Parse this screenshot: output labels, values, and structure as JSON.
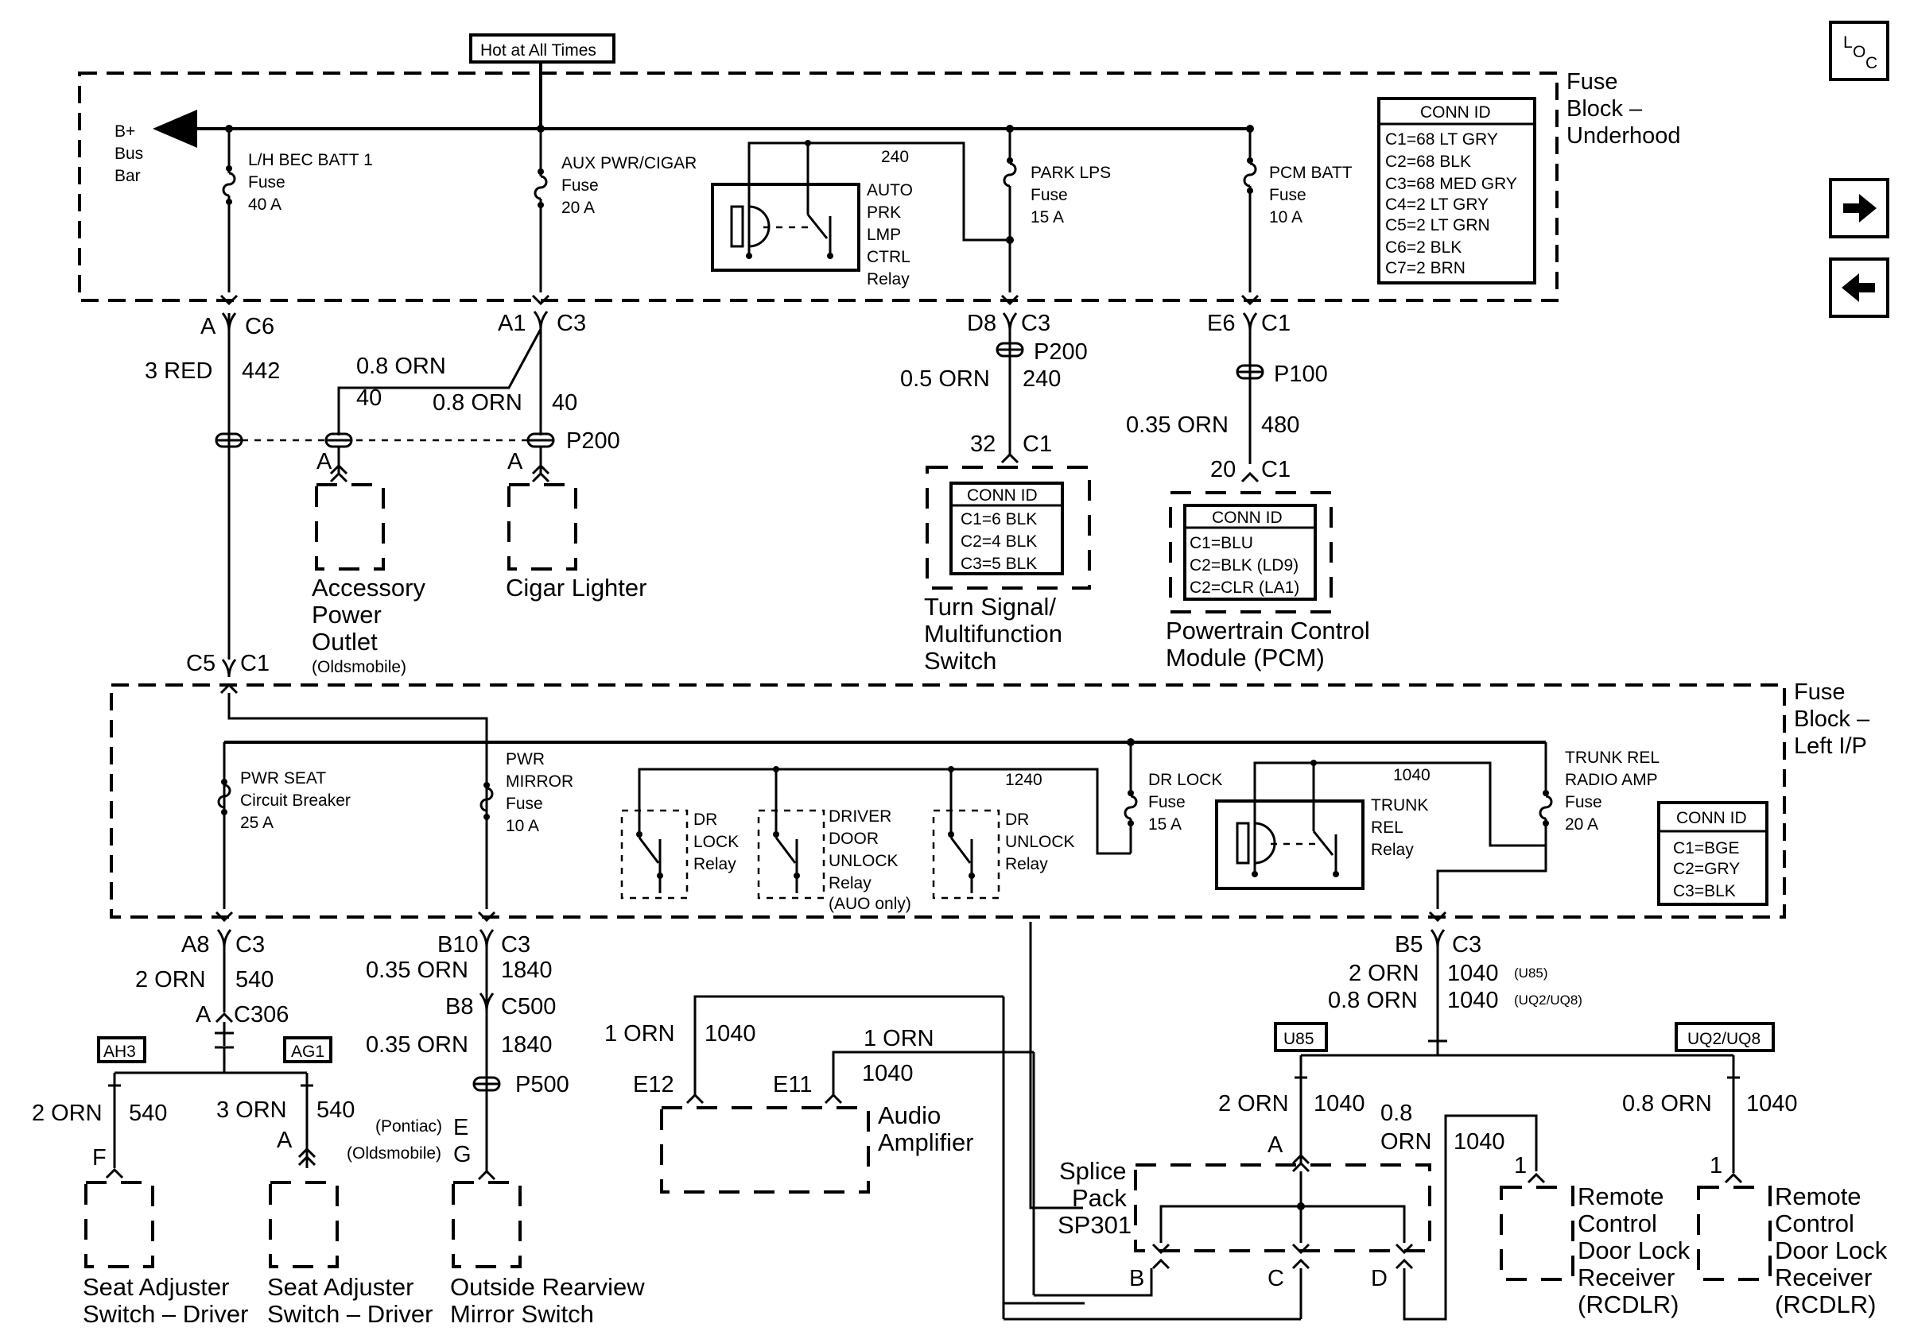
{
  "header": {
    "hot": "Hot at All Times",
    "loc_l": "L",
    "loc_oc": "O",
    "loc_c": "C"
  },
  "fb_under": {
    "title1": "Fuse",
    "title2": "Block –",
    "title3": "Underhood",
    "bplus": "B+",
    "bus": "Bus",
    "bar": "Bar",
    "f1": [
      "L/H BEC BATT 1",
      "Fuse",
      "40 A"
    ],
    "f2": [
      "AUX PWR/CIGAR",
      "Fuse",
      "20 A"
    ],
    "relay": [
      "AUTO",
      "PRK",
      "LMP",
      "CTRL",
      "Relay"
    ],
    "relay_circ": "240",
    "f3": [
      "PARK LPS",
      "Fuse",
      "15 A"
    ],
    "f4": [
      "PCM BATT",
      "Fuse",
      "10 A"
    ],
    "conn_title": "CONN ID",
    "conn": [
      "C1=68 LT GRY",
      "C2=68 BLK",
      "C3=68 MED GRY",
      "C4=2 LT GRY",
      "C5=2 LT GRN",
      "C6=2 BLK",
      "C7=2 BRN"
    ]
  },
  "upper": {
    "a": "A",
    "c6": "C6",
    "red": "3 RED",
    "c442": "442",
    "a1": "A1",
    "c3a": "C3",
    "orn1": "0.8 ORN",
    "c40a": "40",
    "orn2": "0.8 ORN",
    "c40b": "40",
    "p200a": "P200",
    "acc_a": "A",
    "cig_a": "A",
    "acc": [
      "Accessory",
      "Power",
      "Outlet"
    ],
    "olds": "(Oldsmobile)",
    "cig": "Cigar Lighter",
    "d8": "D8",
    "c3b": "C3",
    "p200b": "P200",
    "orn05": "0.5 ORN",
    "c240": "240",
    "c32": "32",
    "c1a": "C1",
    "ts_conn_title": "CONN ID",
    "ts_conn": [
      "C1=6 BLK",
      "C2=4 BLK",
      "C3=5 BLK"
    ],
    "ts": [
      "Turn Signal/",
      "Multifunction",
      "Switch"
    ],
    "e6": "E6",
    "c1b": "C1",
    "p100": "P100",
    "orn035": "0.35 ORN",
    "c480": "480",
    "c20": "20",
    "c1c": "C1",
    "pcm_conn_title": "CONN ID",
    "pcm_conn": [
      "C1=BLU",
      "C2=BLK (LD9)",
      "C2=CLR (LA1)"
    ],
    "pcm": [
      "Powertrain Control",
      "Module (PCM)"
    ],
    "c5": "C5",
    "c1d": "C1"
  },
  "fb_ip": {
    "title1": "Fuse",
    "title2": "Block –",
    "title3": "Left I/P",
    "seat": [
      "PWR SEAT",
      "Circuit Breaker",
      "25 A"
    ],
    "mirror": [
      "PWR",
      "MIRROR",
      "Fuse",
      "10 A"
    ],
    "drlock": [
      "DR",
      "LOCK",
      "Relay"
    ],
    "driver": [
      "DRIVER",
      "DOOR",
      "UNLOCK",
      "Relay",
      "(AUO only)"
    ],
    "unlock": [
      "DR",
      "UNLOCK",
      "Relay"
    ],
    "c1240": "1240",
    "drfuse": [
      "DR LOCK",
      "Fuse",
      "15 A"
    ],
    "trunkrelay": [
      "TRUNK",
      "REL",
      "Relay"
    ],
    "c1040": "1040",
    "trunkfuse": [
      "TRUNK REL",
      "RADIO AMP",
      "Fuse",
      "20 A"
    ],
    "conn_title": "CONN ID",
    "conn": [
      "C1=BGE",
      "C2=GRY",
      "C3=BLK"
    ]
  },
  "lower": {
    "a8": "A8",
    "c3s": "C3",
    "orn2s": "2 ORN",
    "c540": "540",
    "as": "A",
    "c306": "C306",
    "ah3": "AH3",
    "ag1": "AG1",
    "l_orn": "2 ORN",
    "l_540": "540",
    "l_f": "F",
    "r_orn": "3 ORN",
    "r_540": "540",
    "r_a": "A",
    "seat_l": [
      "Seat Adjuster",
      "Switch – Driver"
    ],
    "seat_r": [
      "Seat Adjuster",
      "Switch – Driver"
    ],
    "b10": "B10",
    "c3m": "C3",
    "orn035m": "0.35 ORN",
    "c1840a": "1840",
    "b8": "B8",
    "c500": "C500",
    "orn035n": "0.35 ORN",
    "c1840b": "1840",
    "p500": "P500",
    "pont": "(Pontiac)",
    "e": "E",
    "olds": "(Oldsmobile)",
    "g": "G",
    "mirror": [
      "Outside Rearview",
      "Mirror Switch"
    ],
    "orn1a": "1 ORN",
    "c1040a": "1040",
    "orn1b": "1 ORN",
    "c1040b": "1040",
    "e12": "E12",
    "e11": "E11",
    "amp": [
      "Audio",
      "Amplifier"
    ],
    "b5": "B5",
    "c3t": "C3",
    "orn2t": "2 ORN",
    "orn08t": "0.8 ORN",
    "t1040a": "1040",
    "t1040b": "1040",
    "u85": "(U85)",
    "uq": "(UQ2/UQ8)",
    "u85box": "U85",
    "uqbox": "UQ2/UQ8",
    "sp_orn": "2 ORN",
    "sp_1040": "1040",
    "sp_a": "A",
    "sp_08": "0.8",
    "sp_orn2": "ORN",
    "sp_1040b": "1040",
    "splice": [
      "Splice",
      "Pack",
      "SP301"
    ],
    "sp_b": "B",
    "sp_c": "C",
    "sp_d": "D",
    "r1_1": "1",
    "r2_orn": "0.8 ORN",
    "r2_1040": "1040",
    "r2_1": "1",
    "rcdlr1": [
      "Remote",
      "Control",
      "Door Lock",
      "Receiver",
      "(RCDLR)"
    ],
    "rcdlr2": [
      "Remote",
      "Control",
      "Door Lock",
      "Receiver",
      "(RCDLR)"
    ]
  }
}
